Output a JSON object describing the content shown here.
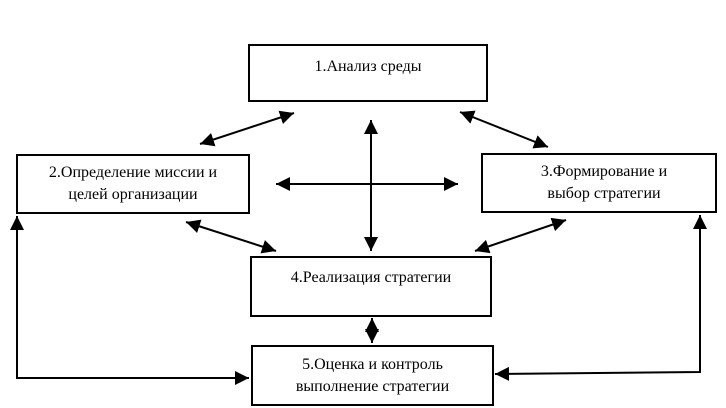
{
  "diagram": {
    "nodes": [
      {
        "id": "b1",
        "lines": [
          "1.Анализ среды"
        ]
      },
      {
        "id": "b2",
        "lines": [
          "2.Определение миссии и",
          "целей организации"
        ]
      },
      {
        "id": "b3",
        "lines": [
          "3.Формирование и",
          "выбор стратегии"
        ]
      },
      {
        "id": "b4",
        "lines": [
          "4.Реализация стратегии"
        ]
      },
      {
        "id": "b5",
        "lines": [
          "5.Оценка и контроль",
          "выполнение стратегии"
        ]
      }
    ],
    "edges": [
      {
        "from": "b1",
        "to": "b2",
        "direction": "both"
      },
      {
        "from": "b1",
        "to": "b3",
        "direction": "both"
      },
      {
        "from": "b1",
        "to": "b4",
        "direction": "both"
      },
      {
        "from": "b2",
        "to": "b3",
        "direction": "both"
      },
      {
        "from": "b2",
        "to": "b4",
        "direction": "both"
      },
      {
        "from": "b3",
        "to": "b4",
        "direction": "both"
      },
      {
        "from": "b4",
        "to": "b5",
        "direction": "both"
      },
      {
        "from": "b2",
        "to": "b5",
        "direction": "both"
      },
      {
        "from": "b3",
        "to": "b5",
        "direction": "both"
      }
    ]
  }
}
